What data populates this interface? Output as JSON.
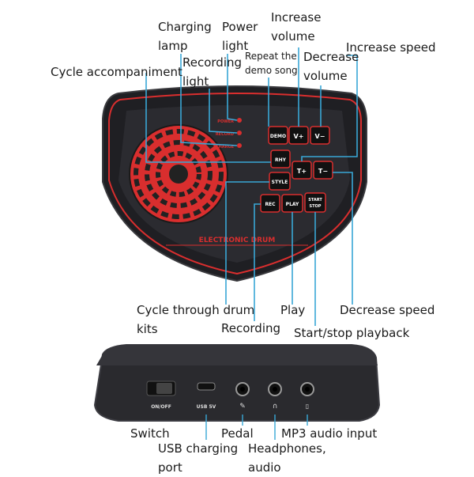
{
  "colors": {
    "accent": "#d92e2e",
    "leader": "#39a7d6",
    "body": "#2a2a2e"
  },
  "labels": {
    "charging_lamp": [
      "Charging",
      "lamp"
    ],
    "power_light": [
      "Power",
      "light"
    ],
    "increase_volume": [
      "Increase",
      "volume"
    ],
    "recording_light": [
      "Recording",
      "light"
    ],
    "repeat_demo": [
      "Repeat the",
      "demo song"
    ],
    "decrease_volume": [
      "Decrease",
      "volume"
    ],
    "increase_speed": "Increase speed",
    "cycle_accompaniment": "Cycle accompaniment",
    "cycle_drum_kits": [
      "Cycle through drum",
      "kits"
    ],
    "recording": "Recording",
    "play": "Play",
    "decrease_speed": "Decrease speed",
    "start_stop": "Start/stop playback",
    "switch": "Switch",
    "usb_port": [
      "USB charging",
      "port"
    ],
    "pedal": "Pedal",
    "headphones": [
      "Headphones,",
      "audio"
    ],
    "mp3_input": "MP3 audio input"
  },
  "device": {
    "brand": "ELECTRONIC DRUM",
    "leds": [
      "POWER",
      "RECORD",
      "CHARGE"
    ],
    "buttons": {
      "demo": "DEMO",
      "vol_up": "V+",
      "vol_down": "V−",
      "rhy": "RHY",
      "speed_up": "T+",
      "speed_down": "T−",
      "style": "STYLE",
      "rec": "REC",
      "play": "PLAY",
      "start_stop": [
        "START",
        "STOP"
      ]
    },
    "ports": {
      "switch_label": "ON/OFF",
      "usb_label": "USB 5V"
    }
  }
}
